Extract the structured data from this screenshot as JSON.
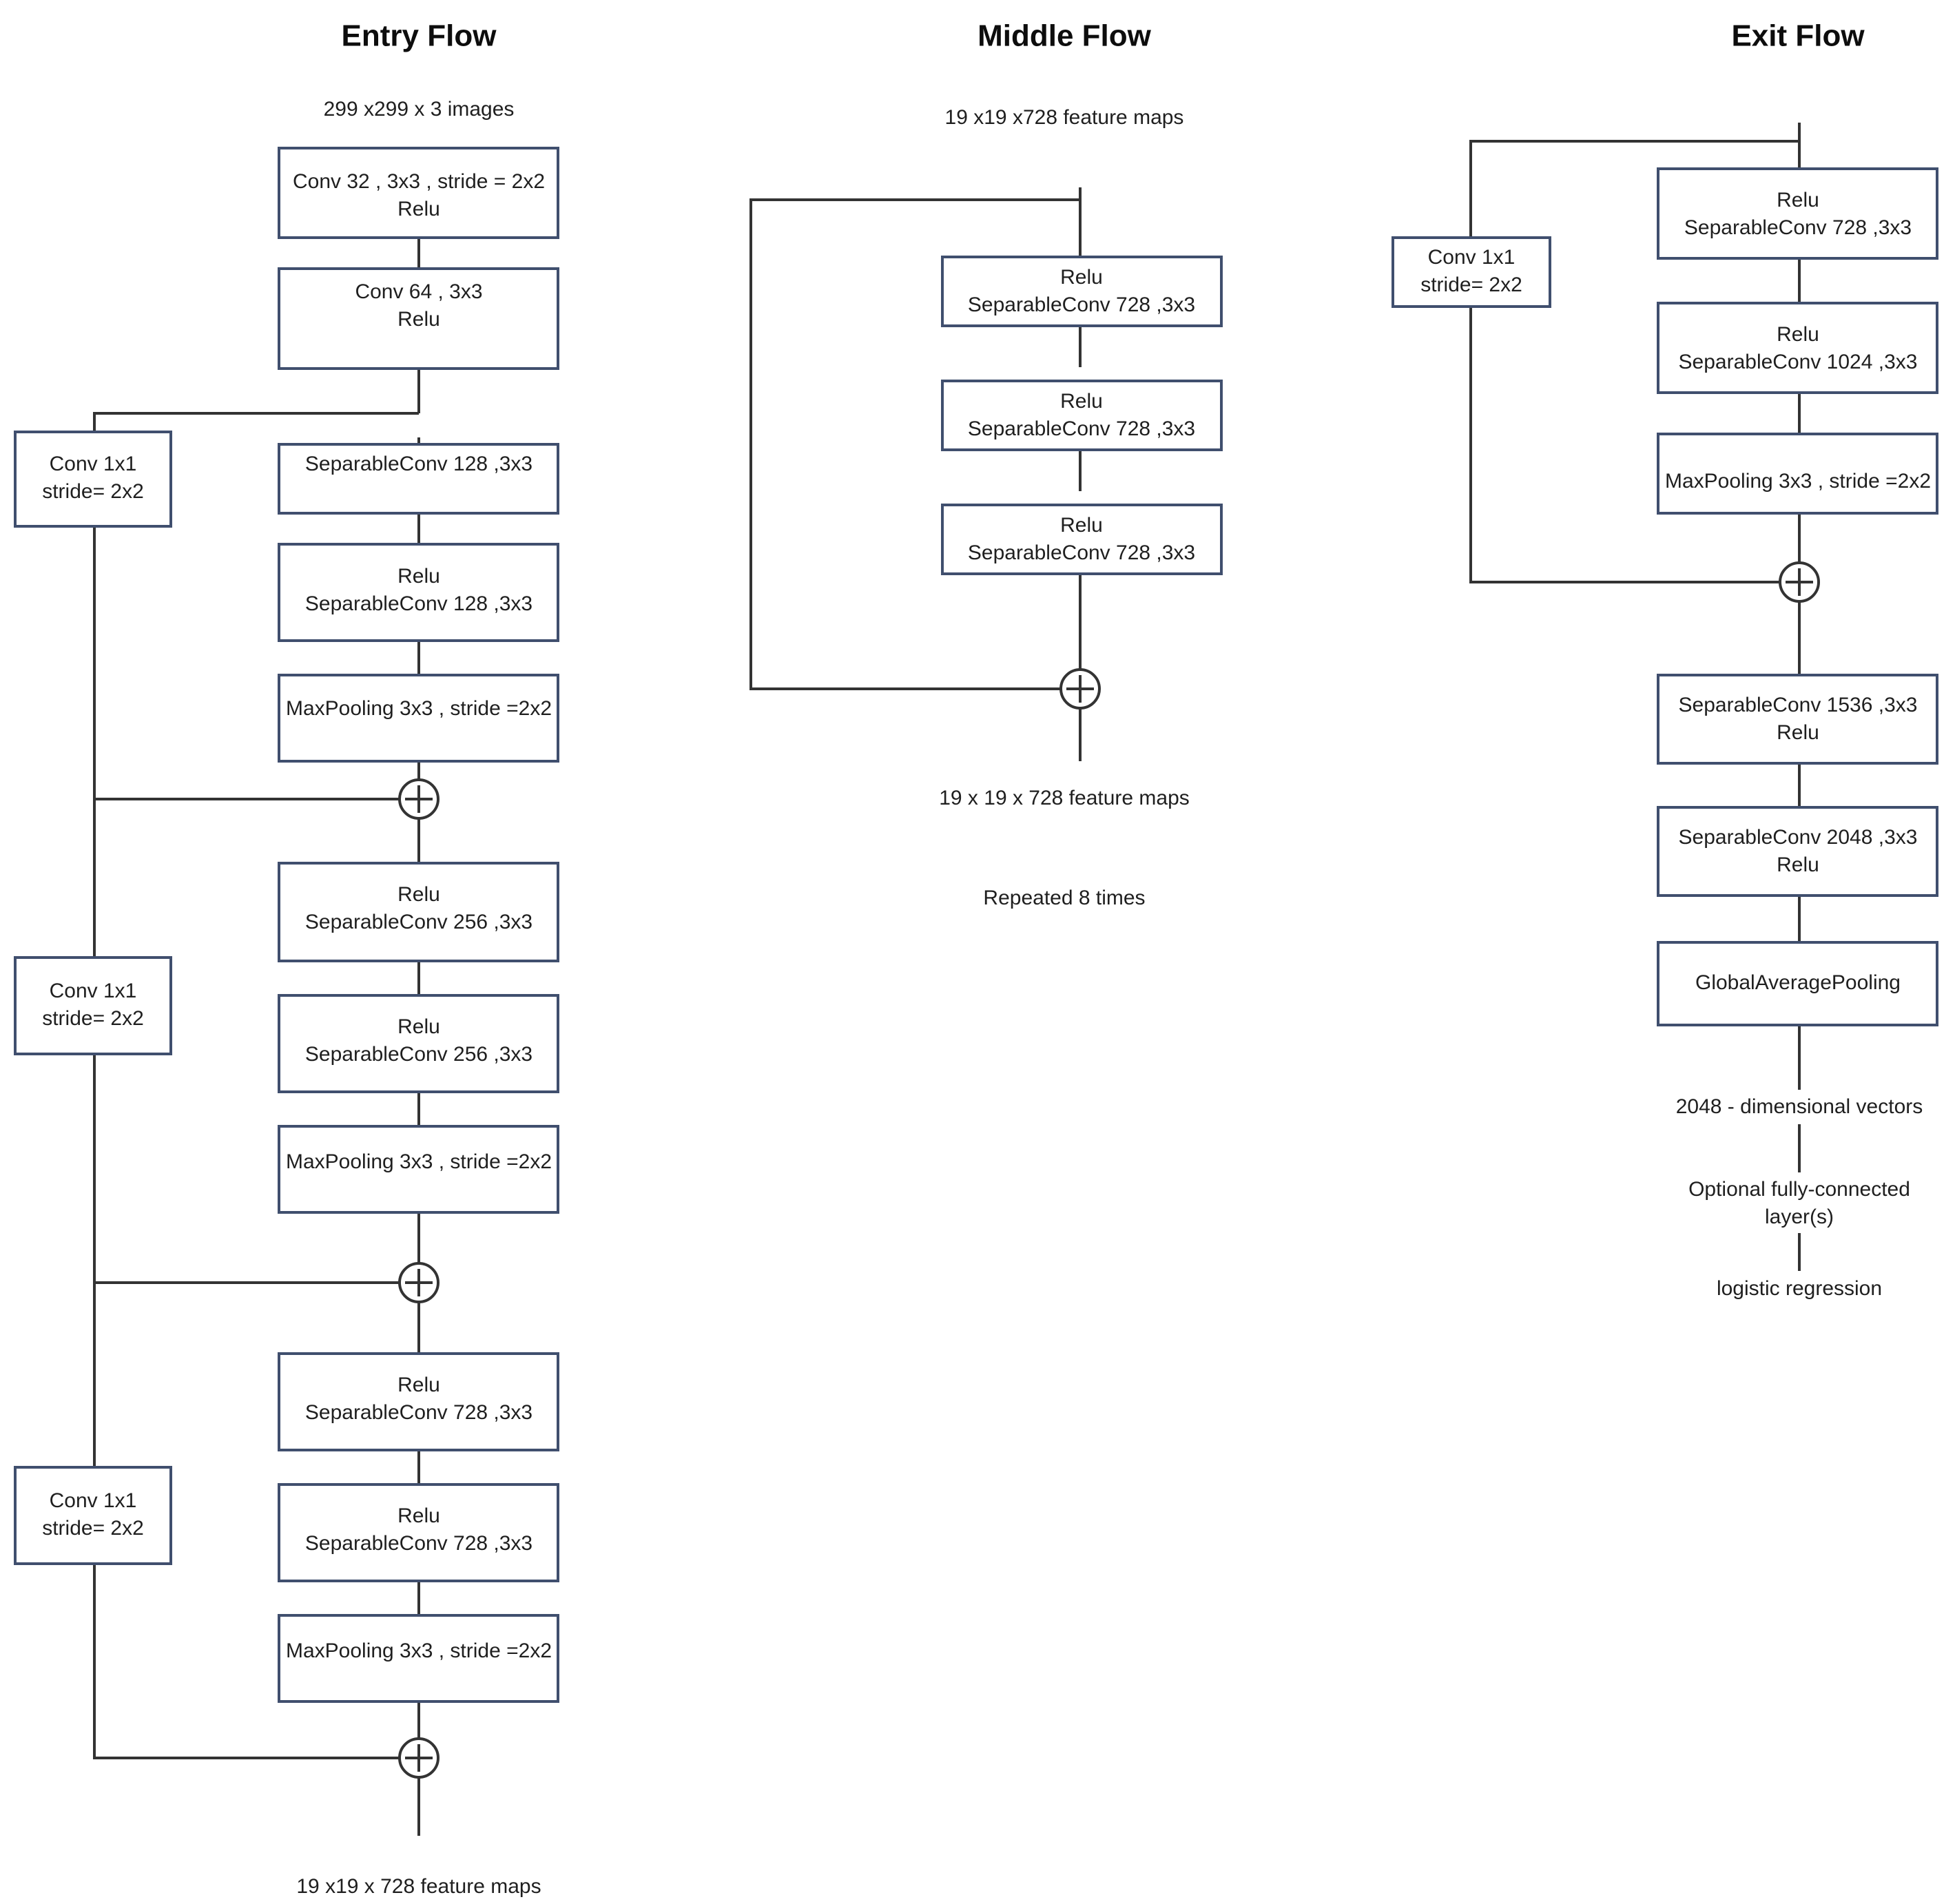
{
  "figure": {
    "kind": "neural-network-architecture-diagram",
    "architecture_name": "Xception",
    "background_color": "#ffffff",
    "box_border_color": "#404f6e",
    "box_fill_color": "#ffffff",
    "edge_color": "#333333",
    "text_color": "#1f1f1f"
  },
  "columns": [
    {
      "id": "entry-flow",
      "title": "Entry Flow",
      "input_label": "299 x299 x 3 images",
      "output_label": "19 x19 x 728 feature maps",
      "blocks": [
        {
          "id": "conv32",
          "lines": [
            "Conv 32 , 3x3 , stride = 2x2",
            "Relu"
          ]
        },
        {
          "id": "conv64",
          "lines": [
            "Conv 64 , 3x3",
            "Relu"
          ]
        },
        {
          "id": "sep128a",
          "lines": [
            "SeparableConv 128 ,3x3"
          ]
        },
        {
          "id": "sep128b",
          "lines": [
            "Relu",
            "SeparableConv 128 ,3x3"
          ]
        },
        {
          "id": "pool1",
          "lines": [
            "MaxPooling 3x3 , stride =2x2"
          ]
        },
        {
          "id": "sep256a",
          "lines": [
            "Relu",
            "SeparableConv 256 ,3x3"
          ]
        },
        {
          "id": "sep256b",
          "lines": [
            "Relu",
            "SeparableConv 256 ,3x3"
          ]
        },
        {
          "id": "pool2",
          "lines": [
            "MaxPooling 3x3 , stride =2x2"
          ]
        },
        {
          "id": "sep728a",
          "lines": [
            "Relu",
            "SeparableConv 728 ,3x3"
          ]
        },
        {
          "id": "sep728b",
          "lines": [
            "Relu",
            "SeparableConv 728 ,3x3"
          ]
        },
        {
          "id": "pool3",
          "lines": [
            "MaxPooling 3x3 , stride =2x2"
          ]
        }
      ],
      "residual_blocks": [
        {
          "id": "res1",
          "lines": [
            "Conv 1x1",
            "stride= 2x2"
          ]
        },
        {
          "id": "res2",
          "lines": [
            "Conv 1x1",
            "stride= 2x2"
          ]
        },
        {
          "id": "res3",
          "lines": [
            "Conv 1x1",
            "stride= 2x2"
          ]
        }
      ],
      "add_nodes": 3,
      "add_symbol": "+"
    },
    {
      "id": "middle-flow",
      "title": "Middle Flow",
      "input_label": "19 x19 x728 feature maps",
      "output_label": "19 x 19 x 728 feature maps",
      "repeat_label": "Repeated 8 times",
      "blocks": [
        {
          "id": "msep1",
          "lines": [
            "Relu",
            "SeparableConv 728 ,3x3"
          ]
        },
        {
          "id": "msep2",
          "lines": [
            "Relu",
            "SeparableConv 728 ,3x3"
          ]
        },
        {
          "id": "msep3",
          "lines": [
            "Relu",
            "SeparableConv 728 ,3x3"
          ]
        }
      ],
      "residual_blocks": [],
      "add_nodes": 1,
      "add_symbol": "+"
    },
    {
      "id": "exit-flow",
      "title": "Exit Flow",
      "input_label": "",
      "blocks": [
        {
          "id": "xsep728",
          "lines": [
            "Relu",
            "SeparableConv 728 ,3x3"
          ]
        },
        {
          "id": "xsep1024",
          "lines": [
            "Relu",
            "SeparableConv 1024 ,3x3"
          ]
        },
        {
          "id": "xpool",
          "lines": [
            "MaxPooling 3x3 , stride =2x2"
          ]
        },
        {
          "id": "xsep1536",
          "lines": [
            "SeparableConv 1536 ,3x3",
            "Relu"
          ]
        },
        {
          "id": "xsep2048",
          "lines": [
            "SeparableConv 2048 ,3x3",
            "Relu"
          ]
        },
        {
          "id": "xgap",
          "lines": [
            "GlobalAveragePooling"
          ]
        }
      ],
      "residual_blocks": [
        {
          "id": "xres1",
          "lines": [
            "Conv 1x1",
            "stride= 2x2"
          ]
        }
      ],
      "add_nodes": 1,
      "add_symbol": "+",
      "tail_labels": [
        "2048 - dimensional vectors",
        "Optional fully-connected layer(s)",
        "logistic regression"
      ],
      "tail_labels_split": [
        [
          "2048 - dimensional vectors"
        ],
        [
          "Optional fully-connected",
          "layer(s)"
        ],
        [
          "logistic regression"
        ]
      ]
    }
  ]
}
